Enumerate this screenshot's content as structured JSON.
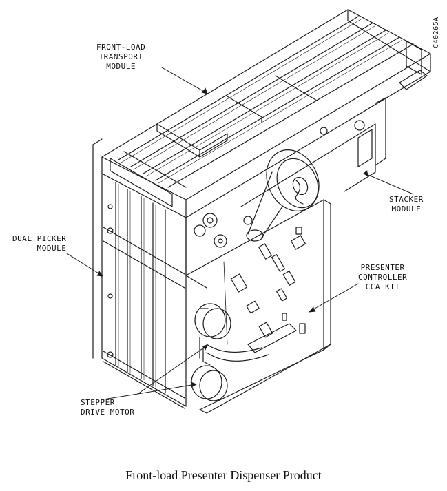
{
  "figure": {
    "drawing_id": "C40265A",
    "caption": "Front-load Presenter Dispenser Product",
    "callouts": {
      "front_load_transport": [
        "FRONT-LOAD",
        "TRANSPORT",
        "MODULE"
      ],
      "stacker": [
        "STACKER",
        "MODULE"
      ],
      "dual_picker": [
        "DUAL PICKER",
        "MODULE"
      ],
      "presenter_controller": [
        "PRESENTER",
        "CONTROLLER",
        "CCA KIT"
      ],
      "stepper_drive": [
        "STEPPER",
        "DRIVE MOTOR"
      ]
    }
  }
}
